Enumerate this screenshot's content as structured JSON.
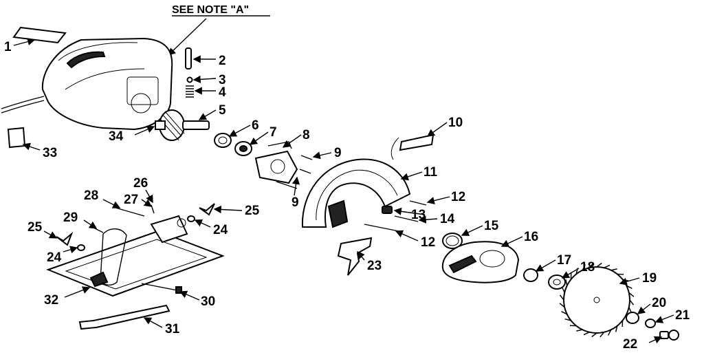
{
  "note": "SEE NOTE \"A\"",
  "callouts": [
    "1",
    "2",
    "3",
    "4",
    "5",
    "6",
    "7",
    "8",
    "9",
    "9",
    "10",
    "11",
    "12",
    "12",
    "13",
    "14",
    "15",
    "16",
    "17",
    "18",
    "19",
    "20",
    "21",
    "22",
    "23",
    "24",
    "24",
    "25",
    "25",
    "26",
    "27",
    "28",
    "29",
    "30",
    "31",
    "32",
    "33",
    "34"
  ]
}
